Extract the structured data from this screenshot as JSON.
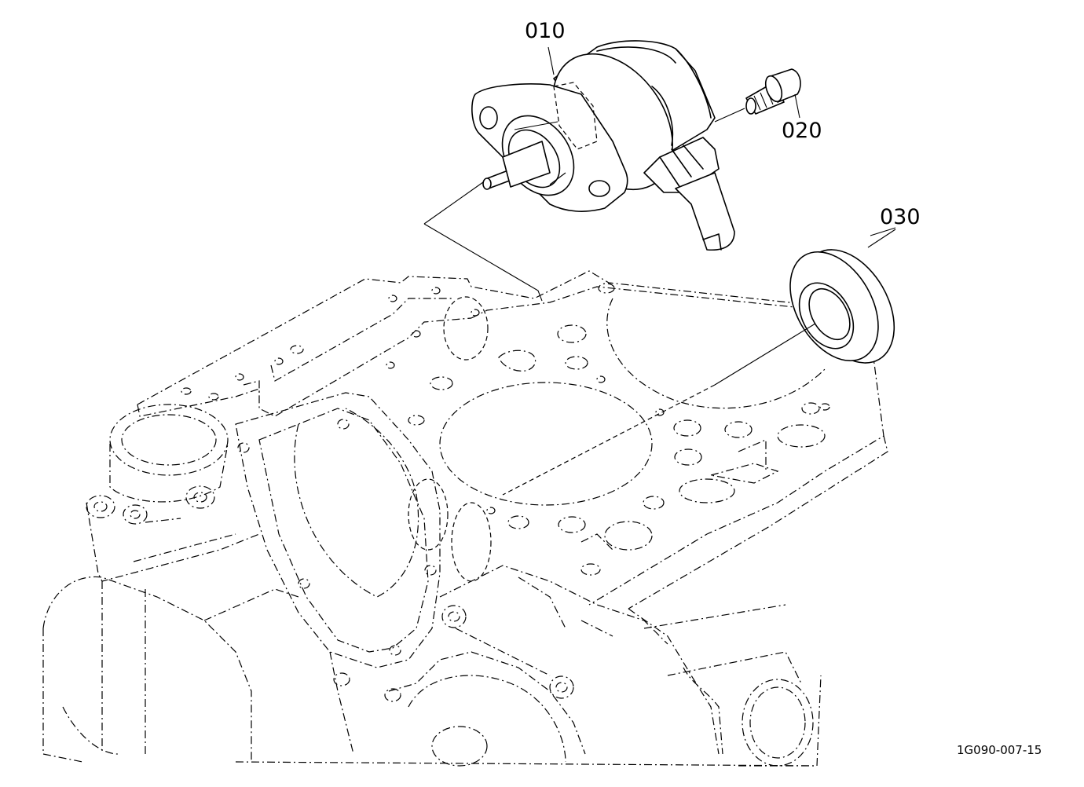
{
  "callouts": [
    {
      "id": "010"
    },
    {
      "id": "020"
    },
    {
      "id": "030"
    }
  ],
  "drawing_code": "1G090-007-15",
  "icons": [
    "solenoid-part",
    "bolt-part",
    "oil-seal-part",
    "engine-block-housing"
  ]
}
